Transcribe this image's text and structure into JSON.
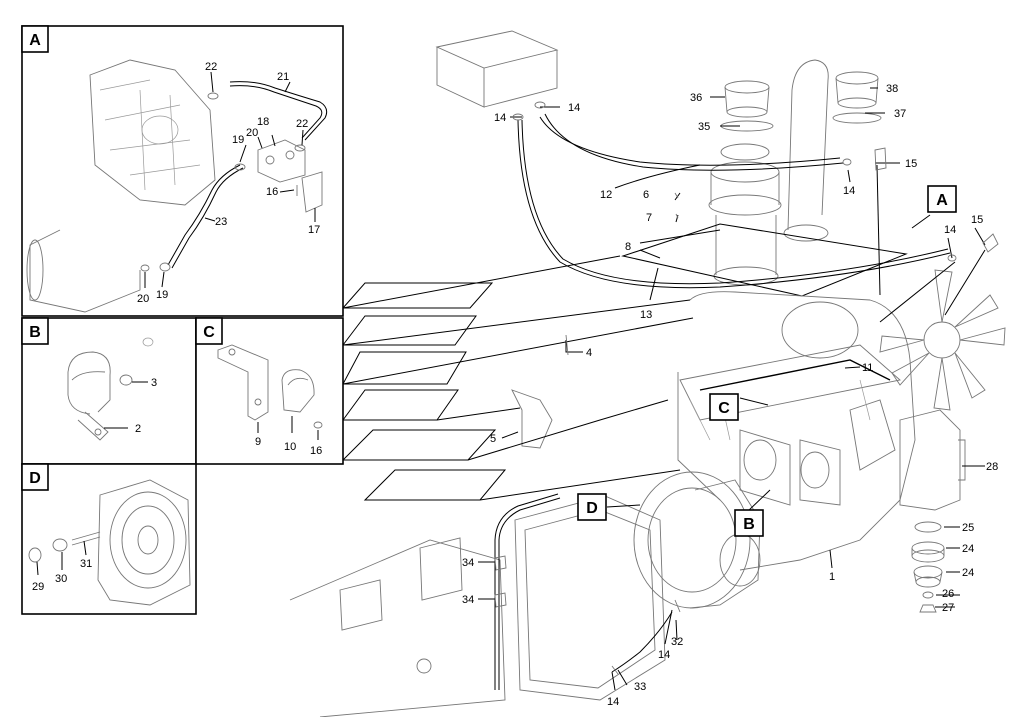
{
  "panels": {
    "a": "A",
    "b": "B",
    "c": "C",
    "d": "D"
  },
  "callouts": {
    "main_a": "A",
    "main_b": "B",
    "main_c": "C",
    "main_d": "D"
  },
  "parts": {
    "p1": "1",
    "p2": "2",
    "p3": "3",
    "p4": "4",
    "p5": "5",
    "p6": "6",
    "p7": "7",
    "p8": "8",
    "p9": "9",
    "p10": "10",
    "p11": "11",
    "p12": "12",
    "p13": "13",
    "p14a": "14",
    "p14b": "14",
    "p14c": "14",
    "p14d": "14",
    "p14e": "14",
    "p14f": "14",
    "p15a": "15",
    "p15b": "15",
    "p16a": "16",
    "p16b": "16",
    "p17": "17",
    "p18": "18",
    "p19a": "19",
    "p19b": "19",
    "p20a": "20",
    "p20b": "20",
    "p21": "21",
    "p22a": "22",
    "p22b": "22",
    "p23": "23",
    "p24a": "24",
    "p24b": "24",
    "p25": "25",
    "p26": "26",
    "p27": "27",
    "p28": "28",
    "p29": "29",
    "p30": "30",
    "p31": "31",
    "p32": "32",
    "p33": "33",
    "p34a": "34",
    "p34b": "34",
    "p35": "35",
    "p36": "36",
    "p37": "37",
    "p38": "38"
  }
}
